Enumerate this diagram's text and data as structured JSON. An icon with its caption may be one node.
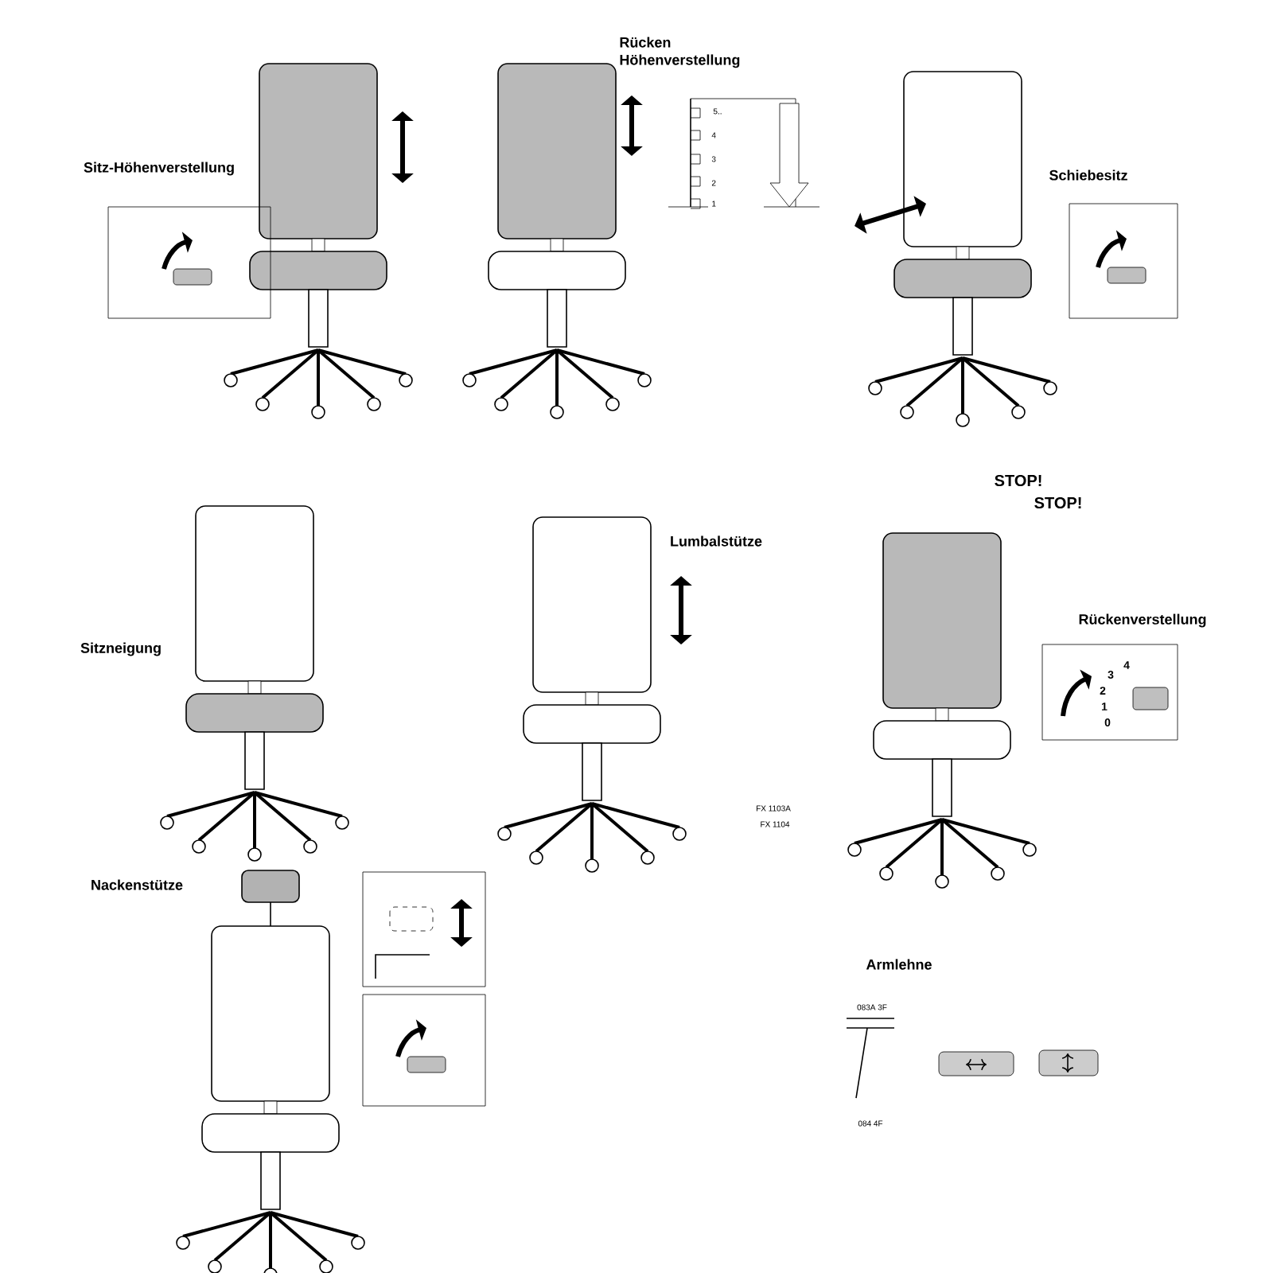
{
  "diagram": {
    "labels": [
      "Sitz-Höhenverstellung",
      "Rücken Höhenverstellung",
      "5..",
      "4",
      "3",
      "2",
      "1",
      "Schiebesitz",
      "STOP!",
      "STOP!",
      "Lumbalstütze",
      "Rückenverstellung",
      "4",
      "3",
      "2",
      "1",
      "0",
      "Sitzneigung",
      "FX 1103A",
      "FX 1104",
      "Nackenstütze",
      "Armlehne",
      "083A 3F",
      "084 4F"
    ]
  }
}
